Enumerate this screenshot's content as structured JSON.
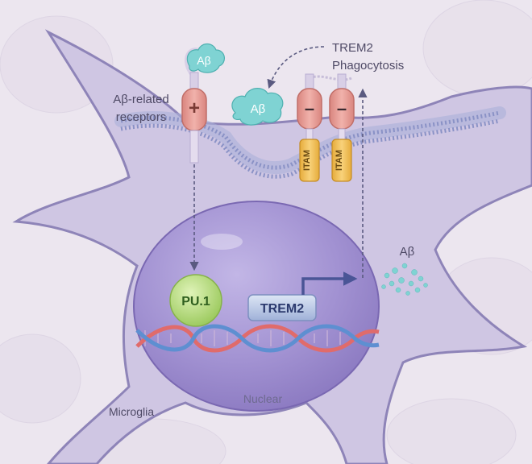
{
  "labels": {
    "abeta_receptor_top": "Aβ",
    "abeta_related_receptors_line1": "Aβ-related",
    "abeta_related_receptors_line2": "receptors",
    "abeta_cluster": "Aβ",
    "trem2_phagocytosis_line1": "TREM2",
    "trem2_phagocytosis_line2": "Phagocytosis",
    "plus_sign": "+",
    "minus_sign_1": "–",
    "minus_sign_2": "–",
    "itam_1": "ITAM",
    "itam_2": "ITAM",
    "abeta_free": "Aβ",
    "pu1": "PU.1",
    "trem2_gene": "TREM2",
    "nuclear": "Nuclear",
    "microglia": "Microglia"
  },
  "colors": {
    "background": "#ece6ef",
    "cell_body": "#cfc6e3",
    "cell_outline": "#8e84b8",
    "nucleus": "#9f8fcf",
    "receptor_pink": "#e8a09a",
    "abeta_teal": "#7fd3d3",
    "pu1_green": "#b6df7a",
    "itam_yellow": "#f3c25a",
    "dna_red": "#e06b6b",
    "dna_blue": "#5e8fd1",
    "arrow_navy": "#4a5596",
    "label_text": "#4f4a66"
  }
}
